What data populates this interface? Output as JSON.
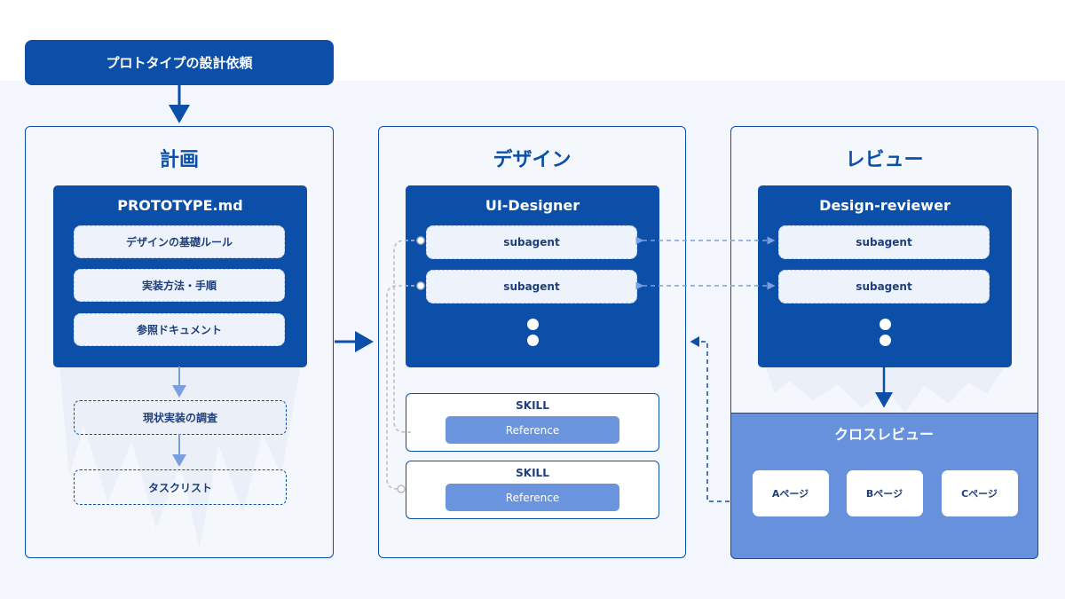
{
  "request": {
    "label": "プロトタイプの設計依頼"
  },
  "columns": {
    "plan": {
      "title": "計画",
      "doc": {
        "title": "PROTOTYPE.md",
        "items": [
          "デザインの基礎ルール",
          "実装方法・手順",
          "参照ドキュメント"
        ]
      },
      "steps": [
        "現状実装の調査",
        "タスクリスト"
      ]
    },
    "design": {
      "title": "デザイン",
      "agent": {
        "title": "UI-Designer",
        "subagents": [
          "subagent",
          "subagent"
        ]
      },
      "skills": [
        {
          "label": "SKILL",
          "reference": "Reference"
        },
        {
          "label": "SKILL",
          "reference": "Reference"
        }
      ]
    },
    "review": {
      "title": "レビュー",
      "agent": {
        "title": "Design-reviewer",
        "subagents": [
          "subagent",
          "subagent"
        ]
      },
      "cross_review": {
        "title": "クロスレビュー",
        "pages": [
          "Aページ",
          "Bページ",
          "Cページ"
        ]
      }
    }
  },
  "colors": {
    "primary": "#0c4fa8",
    "light_blue": "#6790dd",
    "background": "#f3f6fc",
    "arrow_light": "#7a9fdf"
  }
}
